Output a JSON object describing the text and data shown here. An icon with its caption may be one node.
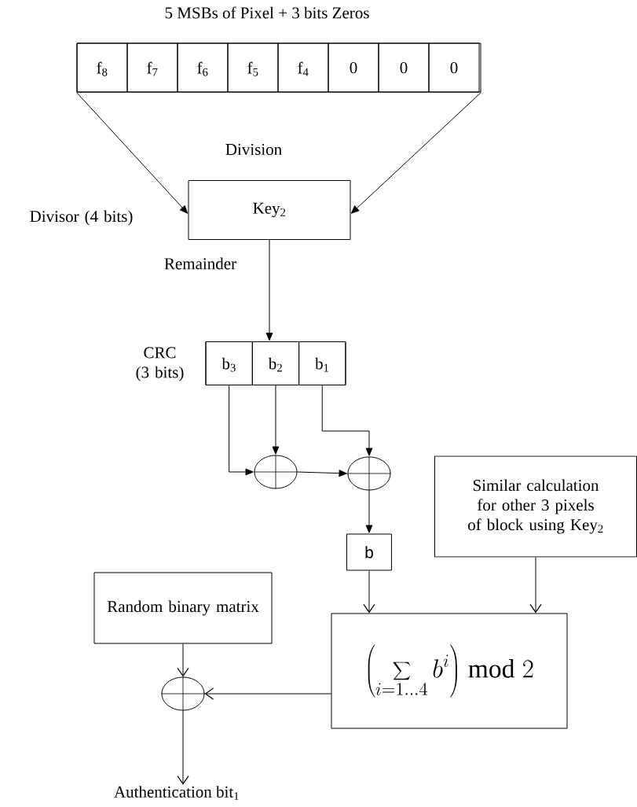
{
  "diagram": {
    "nodes": [
      {
        "text": [
          "5 MSBs of Pixel   +   3 bits Zeros"
        ]
      },
      {
        "text": [
          "f$_{8}$"
        ],
        "in": 0
      },
      {
        "text": [
          "f$_{7}$"
        ],
        "in": 0
      },
      {
        "text": [
          "f$_{6}$"
        ],
        "in": 0
      },
      {
        "text": [
          "f$_{5}$"
        ],
        "in": 0
      },
      {
        "text": [
          "f$_{4}$"
        ],
        "in": 0
      },
      {
        "text": [
          "0"
        ],
        "in": 0
      },
      {
        "text": [
          "0"
        ],
        "in": 0
      },
      {
        "text": [
          "0"
        ],
        "in": 0
      },
      {
        "text": [
          "Key$_{2}$"
        ],
        "beside": [
          "Divisor (4 bits)"
        ]
      },
      {
        "text": [],
        "shape": "box",
        "beside": [
          "CRC (3 bits)"
        ]
      },
      {
        "text": [
          "b$_{3}$"
        ],
        "in": 10
      },
      {
        "text": [
          "b$_{2}$"
        ],
        "in": 10
      },
      {
        "text": [
          "b$_{1}$"
        ],
        "in": 10
      },
      {
        "text": [],
        "shape": "circle"
      },
      {
        "text": [],
        "shape": "circle"
      },
      {
        "text": [
          "b"
        ]
      },
      {
        "text": [
          "Similar calculation for other 3 pixels of block using Key$_{2}$"
        ]
      },
      {
        "text": [
          "\\left(\\sum_{i=1\\ldots4} b^{i}\\right)\\bmod 2"
        ]
      },
      {
        "text": [
          "Random binary matrix"
        ]
      },
      {
        "text": [],
        "shape": "circle"
      },
      {
        "text": [
          "Authentication bit$_{1}$"
        ]
      }
    ],
    "edges": [
      {
        "from": 0,
        "to": 9,
        "arrow": "to"
      },
      {
        "from": 0,
        "to": 9,
        "arrow": "to"
      },
      {
        "from": 9,
        "to": 10,
        "arrow": "to",
        "label": "Remainder"
      },
      {
        "from": 11,
        "to": 14,
        "arrow": "to"
      },
      {
        "from": 12,
        "to": 14,
        "arrow": "to"
      },
      {
        "from": 13,
        "to": 15,
        "arrow": "to"
      },
      {
        "from": 14,
        "to": 15,
        "arrow": "to"
      },
      {
        "from": 15,
        "to": 16,
        "arrow": "to"
      },
      {
        "from": 16,
        "to": 18,
        "arrow": "to"
      },
      {
        "from": 17,
        "to": 18,
        "arrow": "to"
      },
      {
        "from": 19,
        "to": 20,
        "arrow": "to"
      },
      {
        "from": 18,
        "to": 20,
        "arrow": "to"
      },
      {
        "from": 20,
        "to": 21,
        "arrow": "to"
      }
    ],
    "labels": [
      "Division"
    ]
  }
}
